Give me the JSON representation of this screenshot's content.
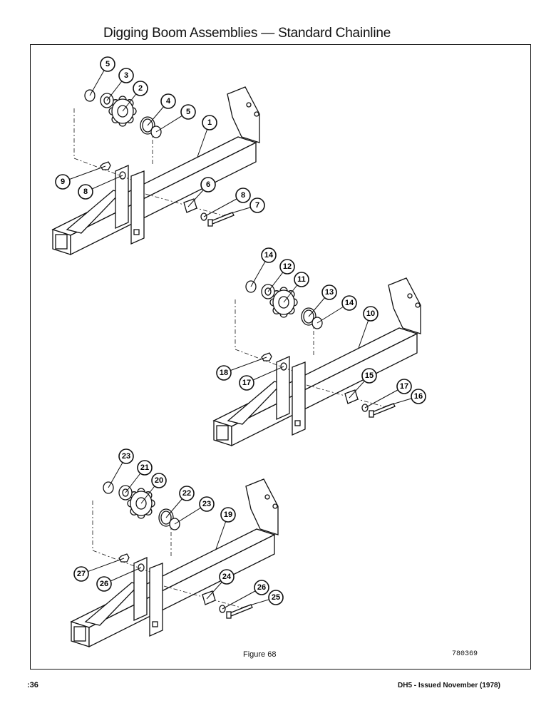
{
  "page": {
    "title": "Digging Boom Assemblies — Standard Chainline",
    "figure_caption": "Figure 68",
    "figure_number": "780369",
    "page_number": ":36",
    "issue_text": "DH5 - Issued November (1978)"
  },
  "assemblies": [
    {
      "callouts": [
        "1",
        "2",
        "3",
        "4",
        "5",
        "5",
        "6",
        "7",
        "8",
        "8",
        "9"
      ]
    },
    {
      "callouts": [
        "10",
        "11",
        "12",
        "13",
        "14",
        "14",
        "15",
        "16",
        "17",
        "17",
        "18"
      ]
    },
    {
      "callouts": [
        "19",
        "20",
        "21",
        "22",
        "23",
        "23",
        "24",
        "25",
        "26",
        "26",
        "27"
      ]
    }
  ]
}
